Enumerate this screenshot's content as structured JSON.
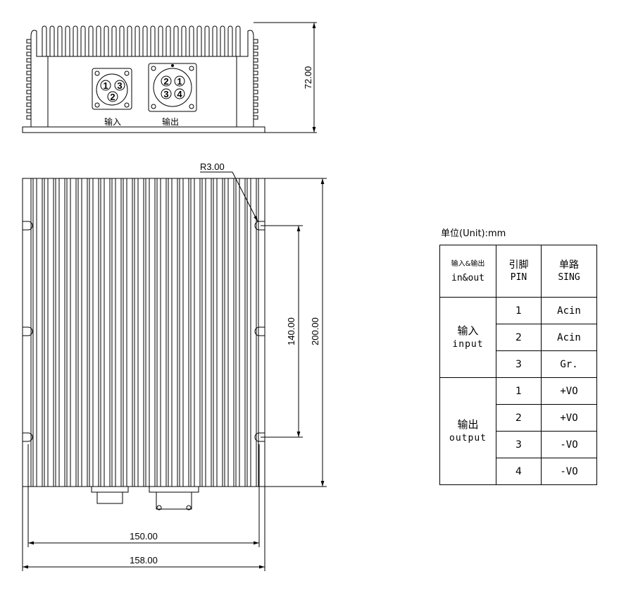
{
  "top_view": {
    "height_dim": "72.00",
    "input_label": "输入",
    "output_label": "输出",
    "input_pins": [
      "1",
      "3",
      "2"
    ],
    "output_pins": [
      "2",
      "1",
      "3",
      "4"
    ]
  },
  "front_view": {
    "radius_dim": "R3.00",
    "hole_spacing_dim": "140.00",
    "height_dim": "200.00",
    "inner_width_dim": "150.00",
    "outer_width_dim": "158.00"
  },
  "unit_label": "单位(Unit):mm",
  "pin_table": {
    "headers": {
      "group": [
        "输入&输出",
        "in&out"
      ],
      "pin": [
        "引脚",
        "PIN"
      ],
      "signal": [
        "单路",
        "SING"
      ]
    },
    "input": {
      "label_cn": "输入",
      "label_en": "input",
      "rows": [
        {
          "pin": "1",
          "signal": "Acin"
        },
        {
          "pin": "2",
          "signal": "Acin"
        },
        {
          "pin": "3",
          "signal": "Gr."
        }
      ]
    },
    "output": {
      "label_cn": "输出",
      "label_en": "output",
      "rows": [
        {
          "pin": "1",
          "signal": "+VO"
        },
        {
          "pin": "2",
          "signal": "+VO"
        },
        {
          "pin": "3",
          "signal": "-VO"
        },
        {
          "pin": "4",
          "signal": "-VO"
        }
      ]
    }
  }
}
